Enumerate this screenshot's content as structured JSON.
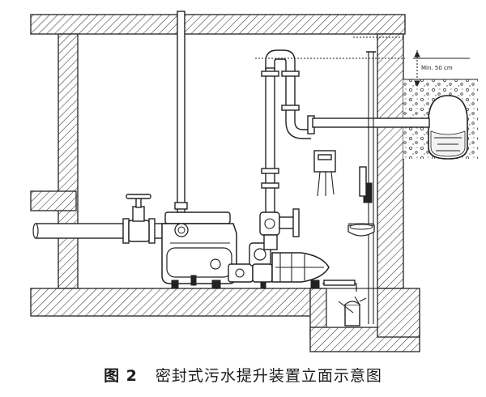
{
  "figure": {
    "min_label": "Min. 50 cm"
  },
  "caption": {
    "number": "图 2",
    "title": "密封式污水提升装置立面示意图"
  }
}
